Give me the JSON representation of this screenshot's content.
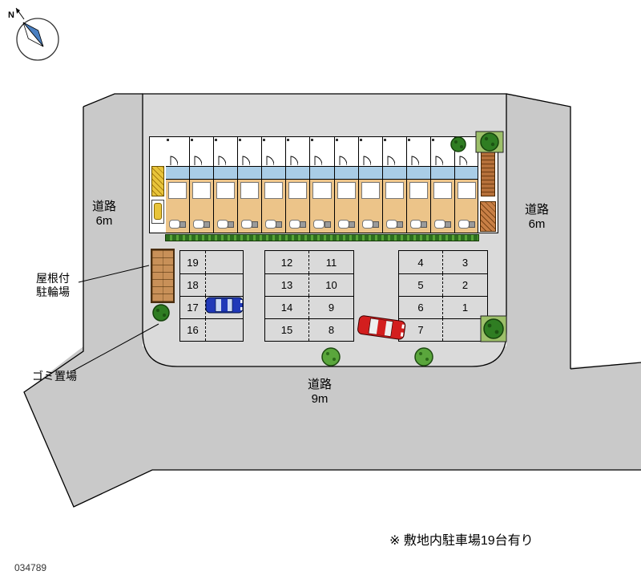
{
  "meta": {
    "image_id": "034789",
    "caption": "※ 敷地内駐車場19台有り"
  },
  "compass": {
    "label": "N"
  },
  "roads": {
    "left": {
      "name": "道路",
      "size": "6m"
    },
    "right": {
      "name": "道路",
      "size": "6m"
    },
    "bottom": {
      "name": "道路",
      "size": "9m"
    }
  },
  "annotations": {
    "bike_line1": "屋根付",
    "bike_line2": "駐輪場",
    "garbage": "ゴミ置場"
  },
  "building": {
    "unit_count": 13
  },
  "parking": {
    "left_numbers": [
      "19",
      "18",
      "17",
      "16"
    ],
    "middle_left": [
      "12",
      "13",
      "14",
      "15"
    ],
    "middle_right": [
      "11",
      "10",
      "9",
      "8"
    ],
    "right_left": [
      "4",
      "5",
      "6",
      "7"
    ],
    "right_right": [
      "3",
      "2",
      "1",
      ""
    ]
  },
  "colors": {
    "road": "#c9c9c9",
    "site": "#dadada",
    "building-bg": "#ffffff",
    "unit-blue": "#a9cde6",
    "unit-tan": "#ecc489",
    "hedge": "#2d6e1f",
    "hedge-light": "#58a437",
    "bush": "#2f7d22",
    "bush-dark": "#16430c",
    "bed": "#9dc06a",
    "shed": "#c89058",
    "stair-yellow": "#e8c43a",
    "stair-brown": "#b5703a",
    "tree": "#5aa63c",
    "car-blue": "#2038b8",
    "car-red": "#d31e1e",
    "compass-blue": "#4a7fc0"
  }
}
